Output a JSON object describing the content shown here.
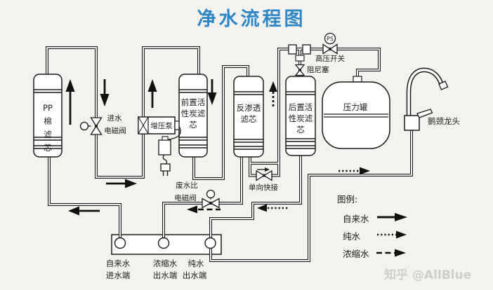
{
  "title": "净水流程图",
  "watermark": "知乎 @AllBlue",
  "colors": {
    "title_blue": "#2f87c5",
    "line": "#1a1a1a",
    "background": "#f3f2ef",
    "watermark_gray": "#cfcecb"
  },
  "components": {
    "pp_filter": {
      "line1": "PP",
      "line2": "棉",
      "line3": "滤",
      "line4": "芯"
    },
    "inlet_valve": {
      "line1": "进水",
      "line2": "电磁阀"
    },
    "booster_pump": {
      "label": "增压泵"
    },
    "pre_carbon": {
      "line1": "前置活",
      "line2": "性炭滤",
      "line3": "芯"
    },
    "ro_filter": {
      "line1": "反渗透",
      "line2": "滤芯"
    },
    "post_carbon": {
      "line1": "后置活",
      "line2": "性炭滤",
      "line3": "芯"
    },
    "pressure_tank": {
      "label": "压力罐"
    },
    "faucet": {
      "label": "鹅颈龙头"
    },
    "waste_valve": {
      "line1": "废水比",
      "line2": "电磁阀"
    },
    "check_valve": {
      "label": "单向快接"
    },
    "high_pressure_switch": {
      "label": "高压开关",
      "gauge": "PS"
    },
    "damper_plug": {
      "label": "阻尼塞"
    }
  },
  "ports": {
    "tap_in": {
      "line1": "自来水",
      "line2": "进水端"
    },
    "concentrate_out": {
      "line1": "浓缩水",
      "line2": "出水端"
    },
    "pure_out": {
      "line1": "纯水",
      "line2": "出水端"
    }
  },
  "legend": {
    "title": "图例:",
    "items": [
      {
        "label": "自来水",
        "style": "solid"
      },
      {
        "label": "纯水",
        "style": "dotted"
      },
      {
        "label": "浓缩水",
        "style": "dashed"
      }
    ]
  }
}
